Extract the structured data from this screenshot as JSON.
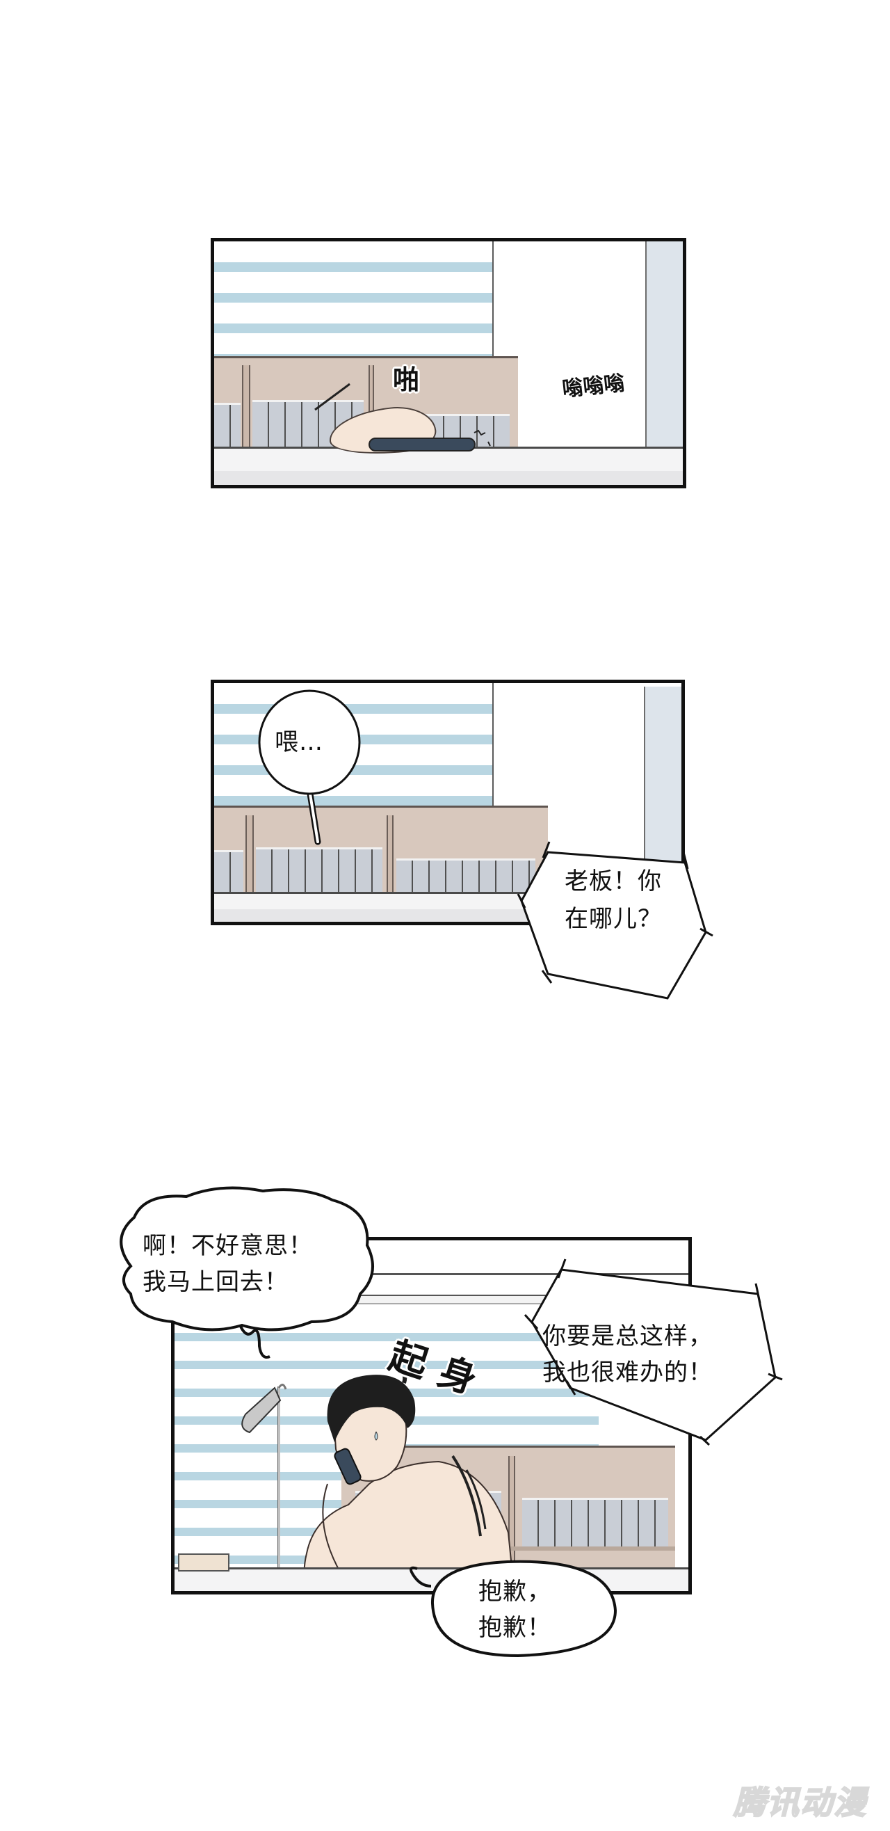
{
  "panels": [
    {
      "id": "panel-1",
      "scene": "office desk with window blinds and bookshelf; hand tapping phone on desk",
      "sfx": [
        {
          "text": "啪",
          "meaning": "tap"
        },
        {
          "text": "嗡嗡嗡",
          "meaning": "phone vibrating"
        }
      ]
    },
    {
      "id": "panel-2",
      "scene": "same office view, phone answered",
      "bubbles": [
        {
          "type": "round",
          "lines": [
            "喂…"
          ]
        },
        {
          "type": "jagged-hex",
          "lines": [
            "老板！你",
            "在哪儿？"
          ]
        }
      ]
    },
    {
      "id": "panel-3",
      "scene": "man with black hair on phone at desk with lamp, getting up",
      "bubbles": [
        {
          "type": "cloud",
          "lines": [
            "啊！不好意思！",
            "我马上回去！"
          ]
        },
        {
          "type": "jagged-hex",
          "lines": [
            "你要是总这样，",
            "我也很难办的！"
          ]
        },
        {
          "type": "oval",
          "lines": [
            "抱歉，",
            "抱歉！"
          ]
        }
      ],
      "sfx": [
        {
          "text": "起身",
          "meaning": "stand up"
        }
      ]
    }
  ],
  "text": {
    "p1_sfx_tap": "啪",
    "p1_sfx_buzz": "嗡嗡嗡",
    "p2_bubble_hello": "喂…",
    "p2_bubble_boss": "老板！你\n在哪儿？",
    "p3_bubble_sorry_back": "啊！不好意思！\n我马上回去！",
    "p3_bubble_complaint": "你要是总这样，\n我也很难办的！",
    "p3_sfx_standup": "起身",
    "p3_bubble_apology": "抱歉，\n抱歉！"
  },
  "watermark": {
    "text": "腾讯动漫"
  },
  "colors": {
    "border": "#111111",
    "blind_stripe": "#b9d6e2",
    "pillar": "#dde4eb",
    "shelf": "#d8c8bd",
    "books": "#c9ced6",
    "skin": "#f6e6d8",
    "hair": "#1e1e1e",
    "phone": "#3a4a5c",
    "desk": "#f4f4f5"
  }
}
